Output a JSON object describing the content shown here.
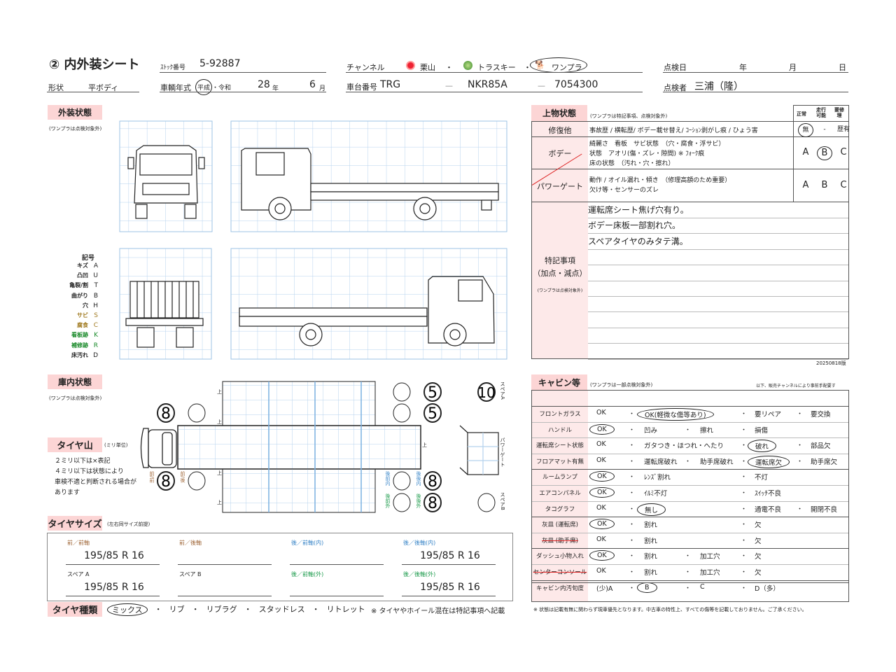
{
  "header": {
    "title": "② 内外装シート",
    "stock_label": "ｽﾄｯｸ番号",
    "stock_no": "5-92887",
    "channel_label": "チャンネル",
    "channels": [
      "栗山",
      "トラスキー",
      "ワンプラ"
    ],
    "sep": "・",
    "inspect_date_label": "点検日",
    "year_unit": "年",
    "month_unit": "月",
    "day_unit": "日",
    "shape_label": "形状",
    "shape": "平ボディ",
    "model_year_label": "車輌年式",
    "era_heisei": "平成",
    "era_reiwa": "・令和",
    "year": "28",
    "month": "6",
    "chassis_label": "車台番号",
    "chassis_prefix": "TRG",
    "dash": "—",
    "chassis_model": "NKR85A",
    "chassis_no": "7054300",
    "inspector_label": "点検者",
    "inspector": "三浦（隆）"
  },
  "exterior": {
    "label": "外装状態",
    "note": "(ワンプラは点検対象外)",
    "legend_title": "記号",
    "legend": [
      {
        "name": "キズ",
        "code": "A",
        "color": "#222"
      },
      {
        "name": "凸凹",
        "code": "U",
        "color": "#222"
      },
      {
        "name": "亀裂/割",
        "code": "T",
        "color": "#222"
      },
      {
        "name": "曲がり",
        "code": "B",
        "color": "#222"
      },
      {
        "name": "穴",
        "code": "H",
        "color": "#222"
      },
      {
        "name": "サビ",
        "code": "S",
        "color": "#a07a20"
      },
      {
        "name": "腐食",
        "code": "C",
        "color": "#a07a20"
      },
      {
        "name": "看板跡",
        "code": "K",
        "color": "#1a8a2a"
      },
      {
        "name": "補修跡",
        "code": "R",
        "color": "#1a8a2a"
      },
      {
        "name": "床汚れ",
        "code": "D",
        "color": "#222"
      }
    ]
  },
  "body_condition": {
    "label": "上物状態",
    "note": "(ワンプラは特記事項、点検対象外)",
    "rating_headers": [
      "正常",
      "走行可能",
      "要修理"
    ],
    "rows": [
      {
        "label": "修復他",
        "desc": [
          "事故歴 / 横転歴/ ボデー載せ替え/ ｺｰｼｮﾝ剥がし痕 / ひょう害"
        ],
        "options": [
          "無",
          "-",
          "歴有"
        ],
        "selected": 0
      },
      {
        "label": "ボデー",
        "desc": [
          "綺麗さ　看板　サビ状態　（穴・腐食・浮サビ）",
          "状態　アオリ(傷・ズレ・隙間) ※ ﾌｫｰｸ痕",
          "床の状態　（汚れ・穴・擦れ）"
        ],
        "options": [
          "A",
          "B",
          "C"
        ],
        "selected": 1
      },
      {
        "label": "パワーゲート",
        "desc": [
          "動作 / オイル漏れ・傾き　（修理高額のため重要）",
          "欠け等・センサーのズレ"
        ],
        "options": [
          "A",
          "B",
          "C"
        ],
        "selected": -1
      }
    ],
    "remarks_label": "特記事項",
    "remarks_sub": "（加点・減点）",
    "remarks_note": "(ワンプラは点検対象外)",
    "remarks": [
      "運転席シート焦げ穴有り。",
      "ボデー床板一部割れ穴。",
      "スペアタイヤのみタテ溝。"
    ],
    "version": "20250818版"
  },
  "interior": {
    "label": "庫内状態",
    "note": "(ワンプラは点検対象外)",
    "up": "上",
    "powergate": "パワーゲート",
    "spare_a": "スペアA",
    "spare_b": "スペアB",
    "tires": {
      "top_left": "8",
      "top_left2": "",
      "top_right1": "",
      "top_right1b": "5",
      "top_right2": "",
      "top_right2b": "5",
      "front_front": "8",
      "front_rear": "",
      "rear_front_in": "",
      "rear_rear_in": "8",
      "rear_front_out": "",
      "rear_rear_out": "8",
      "spare_a": "10",
      "spare_b": ""
    },
    "pos": {
      "ff": "前/前",
      "fr": "前/後",
      "rfi": "後前内",
      "rri": "後後内",
      "rfo": "後前外",
      "rro": "後後外"
    }
  },
  "tread": {
    "label": "タイヤ山",
    "unit": "(ミリ単位)",
    "notes": [
      "２ミリ以下は×表記",
      "４ミリ以下は状態により",
      "車検不適と判断される場合が",
      "あります"
    ]
  },
  "tire_size": {
    "label": "タイヤサイズ",
    "note": "(左右同サイズ前提)",
    "cells": [
      {
        "label": "前／前軸",
        "value": "195/85 R 16",
        "color": "#a0683a"
      },
      {
        "label": "前／後軸",
        "value": "",
        "color": "#a0683a"
      },
      {
        "label": "後／前軸(内)",
        "value": "",
        "color": "#3a86c8"
      },
      {
        "label": "後／後軸(内)",
        "value": "195/85 R 16",
        "color": "#3a86c8"
      },
      {
        "label": "スペア A",
        "value": "195/85 R 16",
        "color": "#222"
      },
      {
        "label": "スペア B",
        "value": "",
        "color": "#222"
      },
      {
        "label": "後／前軸(外)",
        "value": "",
        "color": "#1a9a4a"
      },
      {
        "label": "後／後軸(外)",
        "value": "195/85 R 16",
        "color": "#1a9a4a"
      }
    ]
  },
  "tire_type": {
    "label": "タイヤ種類",
    "options": [
      "ミックス",
      "リブ",
      "リブラグ",
      "スタッドレス",
      "リトレット"
    ],
    "selected": 0,
    "note": "※ タイヤやホイール混在は特記事項へ記載"
  },
  "cabin": {
    "label": "キャビン等",
    "note": "(ワンプラは一部点検対象外)",
    "note_right": "以下、販売チャンネルにより事前手配要す",
    "rows": [
      {
        "label": "フロントガラス",
        "opts": [
          "OK",
          "OK(軽微な傷等あり)",
          "",
          "要リペア",
          "要交換"
        ],
        "sel": 1,
        "strike": false
      },
      {
        "label": "ハンドル",
        "opts": [
          "OK",
          "凹み",
          "擦れ",
          "損傷",
          ""
        ],
        "sel": 0,
        "strike": false
      },
      {
        "label": "運転席シート状態",
        "opts": [
          "OK",
          "ガタつき・ほつれ・へたり",
          "",
          "破れ",
          "部品欠"
        ],
        "sel": 3,
        "strike": false
      },
      {
        "label": "フロアマット有無",
        "opts": [
          "OK",
          "運転席破れ",
          "助手席破れ",
          "運転席欠",
          "助手席欠"
        ],
        "sel": 3,
        "strike": false
      },
      {
        "label": "ルームランプ",
        "opts": [
          "OK",
          "ﾚﾝｽﾞ割れ",
          "",
          "不灯",
          ""
        ],
        "sel": 0,
        "strike": false
      },
      {
        "label": "エアコンパネル",
        "opts": [
          "OK",
          "ｲﾙﾐ不灯",
          "",
          "ｽｲｯﾁ不良",
          ""
        ],
        "sel": 0,
        "strike": false
      },
      {
        "label": "タコグラフ",
        "opts": [
          "OK",
          "無し",
          "",
          "通電不良",
          "開閉不良"
        ],
        "sel": 1,
        "strike": false
      },
      {
        "label": "灰皿 (運転席)",
        "opts": [
          "OK",
          "割れ",
          "",
          "欠",
          ""
        ],
        "sel": 0,
        "strike": false
      },
      {
        "label": "灰皿 (助手席)",
        "opts": [
          "OK",
          "割れ",
          "",
          "欠",
          ""
        ],
        "sel": -1,
        "strike": true
      },
      {
        "label": "ダッシュ小物入れ",
        "opts": [
          "OK",
          "割れ",
          "加工穴",
          "欠",
          ""
        ],
        "sel": 0,
        "strike": false
      },
      {
        "label": "センターコンソール",
        "opts": [
          "OK",
          "割れ",
          "加工穴",
          "欠",
          ""
        ],
        "sel": -1,
        "strike": true
      },
      {
        "label": "キャビン内汚旬度",
        "opts": [
          "(少)A",
          "B",
          "C",
          "D（多）",
          ""
        ],
        "sel": 1,
        "strike": false
      }
    ],
    "footnote": "※ 状態は記載有無に関わらず現車優先となります。中古車の特性上、すべての傷等を記載しておりません。ご了承ください。"
  }
}
